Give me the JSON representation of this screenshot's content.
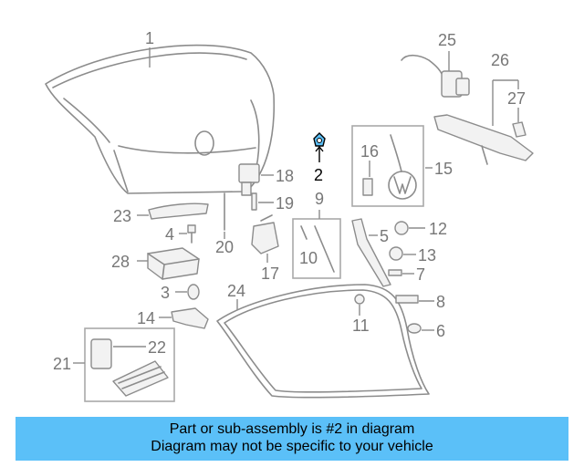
{
  "callouts": {
    "c1": "1",
    "c2": "2",
    "c3": "3",
    "c4": "4",
    "c5": "5",
    "c6": "6",
    "c7": "7",
    "c8": "8",
    "c9": "9",
    "c10": "10",
    "c11": "11",
    "c12": "12",
    "c13": "13",
    "c14": "14",
    "c15": "15",
    "c16": "16",
    "c17": "17",
    "c18": "18",
    "c19": "19",
    "c20": "20",
    "c21": "21",
    "c22": "22",
    "c23": "23",
    "c24": "24",
    "c25": "25",
    "c26": "26",
    "c27": "27",
    "c28": "28"
  },
  "highlight": {
    "part_number": "2",
    "color": "#5bc0f8"
  },
  "banner": {
    "line1": "Part or sub-assembly is #2 in diagram",
    "line2": "Diagram may not be specific to your vehicle",
    "background": "#5bc0f8"
  }
}
